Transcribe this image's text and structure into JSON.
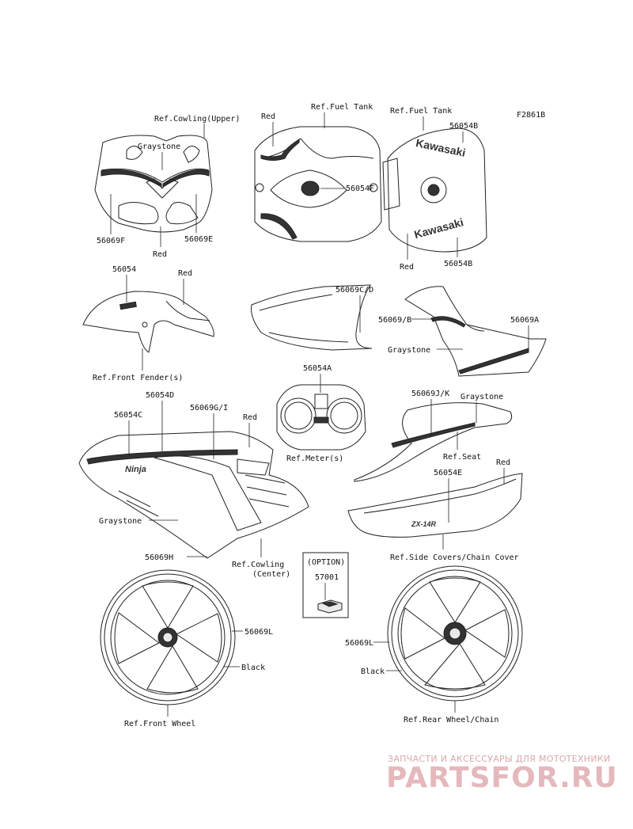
{
  "code": "F2861B",
  "labels": {
    "ref_cowling_upper": "Ref.Cowling(Upper)",
    "ref_fuel_tank_1": "Ref.Fuel Tank",
    "ref_fuel_tank_2": "Ref.Fuel Tank",
    "red_tank": "Red",
    "graystone_cowl": "Graystone",
    "p56054b_top": "56054B",
    "p56054f": "56054F",
    "p56069f": "56069F",
    "red_cowl": "Red",
    "p56069e": "56069E",
    "red_tank_bottom": "Red",
    "p56054b_bottom": "56054B",
    "p56054": "56054",
    "red_fender": "Red",
    "p56069cd": "56069C/D",
    "p56069b": "56069/B",
    "p56069a": "56069A",
    "graystone_side": "Graystone",
    "ref_front_fender": "Ref.Front Fender(s)",
    "p56054a": "56054A",
    "p56054d": "56054D",
    "p56069jk": "56069J/K",
    "graystone_seat": "Graystone",
    "p56054c": "56054C",
    "p56069gi": "56069G/I",
    "red_center": "Red",
    "ref_meter": "Ref.Meter(s)",
    "ref_seat": "Ref.Seat",
    "red_sidecover": "Red",
    "p56054e": "56054E",
    "graystone_center": "Graystone",
    "p56069h": "56069H",
    "ref_cowling_center_1": "Ref.Cowling",
    "ref_cowling_center_2": "(Center)",
    "ref_side_covers": "Ref.Side Covers/Chain Cover",
    "option": "(OPTION)",
    "p57001": "57001",
    "p56069l_front": "56069L",
    "black_front": "Black",
    "p56069l_rear": "56069L",
    "black_rear": "Black",
    "ref_front_wheel": "Ref.Front Wheel",
    "ref_rear_wheel": "Ref.Rear Wheel/Chain"
  },
  "tank_text": "Kawasaki",
  "sidecover_text": "ZX-14R",
  "cowl_text": "Ninja",
  "watermark": {
    "subtitle": "ЗАПЧАСТИ И АКСЕССУАРЫ ДЛЯ МОТОТЕХНИКИ",
    "logo": "PARTSFOR.RU"
  },
  "colors": {
    "line": "#222222",
    "watermark": "#e4b8bc"
  }
}
